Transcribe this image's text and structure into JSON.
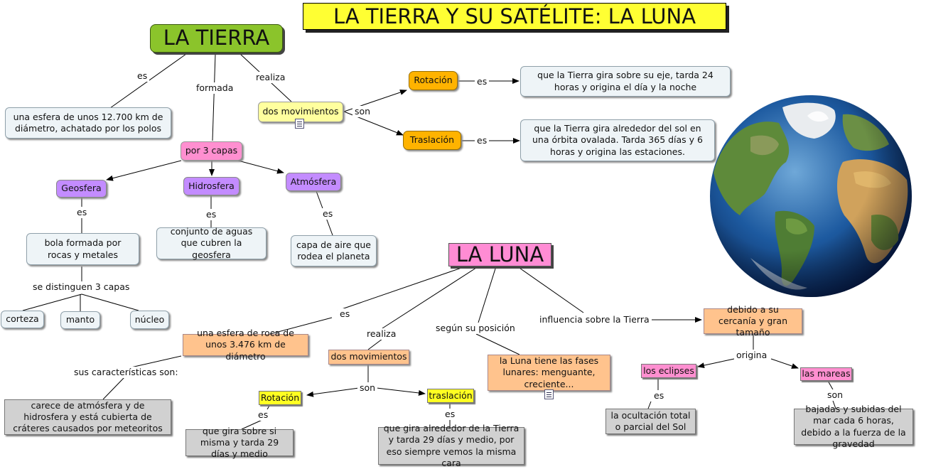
{
  "title": "LA TIERRA Y SU SATÉLITE: LA LUNA",
  "tierra": {
    "title": "LA TIERRA",
    "links": {
      "es": "es",
      "formada": "formada",
      "realiza": "realiza",
      "son": "son"
    },
    "esfera": "una esfera de unos 12.700 km de diámetro, achatado por los polos",
    "movimientos": "dos movimientos",
    "rotacion": {
      "label": "Rotación",
      "link": "es",
      "desc": "que la Tierra gira sobre su eje, tarda 24 horas y origina el día y la noche"
    },
    "traslacion": {
      "label": "Traslación",
      "link": "es",
      "desc": "que la Tierra gira alrededor del sol en una órbita ovalada. Tarda 365 días y 6 horas y origina las estaciones."
    },
    "capas": "por 3 capas",
    "geosfera": {
      "label": "Geosfera",
      "link": "es",
      "desc": "bola formada por rocas y metales"
    },
    "hidrosfera": {
      "label": "Hidrosfera",
      "link": "es",
      "desc": "conjunto de aguas que cubren la geosfera"
    },
    "atmosfera": {
      "label": "Atmósfera",
      "link": "es",
      "desc": "capa de aire  que rodea el planeta"
    },
    "distinguen": "se distinguen 3 capas",
    "subcapas": [
      "corteza",
      "manto",
      "núcleo"
    ]
  },
  "luna": {
    "title": "LA LUNA",
    "links": {
      "es": "es",
      "realiza": "realiza",
      "posicion": "según su posición",
      "influencia": "influencia sobre la Tierra"
    },
    "esfera": "una esfera de roca de unos 3.476 km de diámetro",
    "caracteristicas_link": "sus características son:",
    "caracteristicas": "carece de atmósfera y de hidrosfera y está cubierta de cráteres causados por meteoritos",
    "movimientos": "dos movimientos",
    "son": "son",
    "rotacion": {
      "label": "Rotación",
      "link": "es",
      "desc": "que gira sobre si misma y tarda 29 días y medio"
    },
    "traslacion": {
      "label": "traslación",
      "link": "es",
      "desc": "que gira alrededor de la Tierra y tarda 29 días y medio, por eso siempre vemos la misma cara"
    },
    "fases": "la Luna tiene las fases lunares: menguante, creciente...",
    "cercania": "debido a su cercanía y gran tamaño",
    "origina": "origina",
    "eclipses": {
      "label": "los eclipses",
      "link": "es",
      "desc": "la ocultación total o parcial del Sol"
    },
    "mareas": {
      "label": "las mareas",
      "link": "son",
      "desc": "bajadas y subidas del mar cada 6 horas, debido a la fuerza de la gravedad"
    }
  },
  "colors": {
    "title_bg": "#ffff33",
    "tierra_bg": "#8bc42b",
    "luna_bg": "#ff8cd4",
    "orange": "#ffb300",
    "purple": "#c38cff",
    "peach": "#ffc38d",
    "grey": "#d1d1d1"
  }
}
